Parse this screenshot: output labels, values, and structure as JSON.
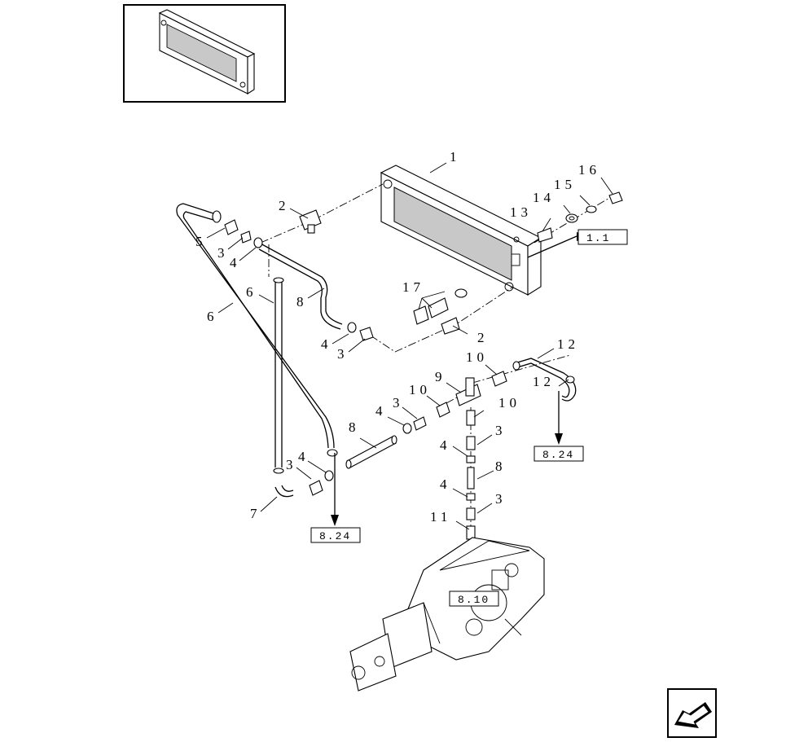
{
  "callouts": [
    {
      "id": "c1",
      "text": "1"
    },
    {
      "id": "c2a",
      "text": "2"
    },
    {
      "id": "c2b",
      "text": "2"
    },
    {
      "id": "c3a",
      "text": "3"
    },
    {
      "id": "c3b",
      "text": "3"
    },
    {
      "id": "c3c",
      "text": "3"
    },
    {
      "id": "c3d",
      "text": "3"
    },
    {
      "id": "c3e",
      "text": "3"
    },
    {
      "id": "c3f",
      "text": "3"
    },
    {
      "id": "c4a",
      "text": "4"
    },
    {
      "id": "c4b",
      "text": "4"
    },
    {
      "id": "c4c",
      "text": "4"
    },
    {
      "id": "c4d",
      "text": "4"
    },
    {
      "id": "c4e",
      "text": "4"
    },
    {
      "id": "c4f",
      "text": "4"
    },
    {
      "id": "c5",
      "text": "5"
    },
    {
      "id": "c6a",
      "text": "6"
    },
    {
      "id": "c6b",
      "text": "6"
    },
    {
      "id": "c7",
      "text": "7"
    },
    {
      "id": "c8a",
      "text": "8"
    },
    {
      "id": "c8b",
      "text": "8"
    },
    {
      "id": "c8c",
      "text": "8"
    },
    {
      "id": "c9",
      "text": "9"
    },
    {
      "id": "c10a",
      "text": "10"
    },
    {
      "id": "c10b",
      "text": "10"
    },
    {
      "id": "c10c",
      "text": "10"
    },
    {
      "id": "c11",
      "text": "11"
    },
    {
      "id": "c12a",
      "text": "12"
    },
    {
      "id": "c12b",
      "text": "12"
    },
    {
      "id": "c13",
      "text": "13"
    },
    {
      "id": "c14",
      "text": "14"
    },
    {
      "id": "c15",
      "text": "15"
    },
    {
      "id": "c16",
      "text": "16"
    },
    {
      "id": "c17",
      "text": "17"
    }
  ],
  "references": [
    {
      "id": "r1",
      "text": "1.1"
    },
    {
      "id": "r2",
      "text": "8.24"
    },
    {
      "id": "r3",
      "text": "8.24"
    },
    {
      "id": "r4",
      "text": "8.10"
    }
  ],
  "icons": {
    "thumbnail": "oil-cooler-thumbnail",
    "nav": "previous-page-arrow-icon"
  }
}
